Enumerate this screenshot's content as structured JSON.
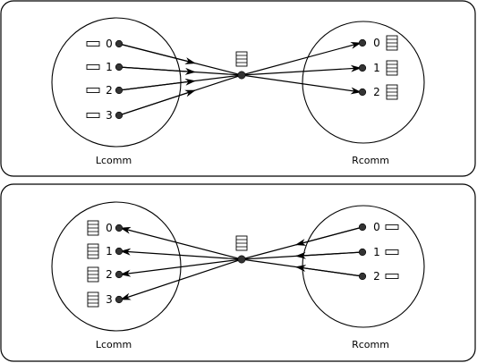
{
  "panels": [
    {
      "name": "top",
      "direction": "left-to-right",
      "left_comm": {
        "label": "Lcomm",
        "ranks": [
          "0",
          "1",
          "2",
          "3"
        ],
        "buffer": "small"
      },
      "right_comm": {
        "label": "Rcomm",
        "ranks": [
          "0",
          "1",
          "2"
        ],
        "buffer": "large"
      }
    },
    {
      "name": "bottom",
      "direction": "right-to-left",
      "left_comm": {
        "label": "Lcomm",
        "ranks": [
          "0",
          "1",
          "2",
          "3"
        ],
        "buffer": "large"
      },
      "right_comm": {
        "label": "Rcomm",
        "ranks": [
          "0",
          "1",
          "2"
        ],
        "buffer": "small"
      }
    }
  ]
}
